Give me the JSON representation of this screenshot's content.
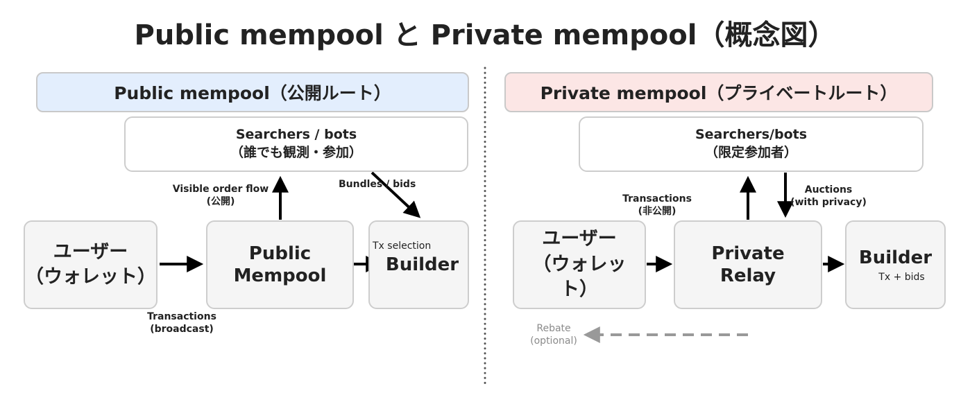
{
  "title": "Public mempool と Private mempool（概念図）",
  "left": {
    "header": "Public mempool（公開ルート）",
    "searchers": {
      "line1": "Searchers / bots",
      "line2": "（誰でも観測・参加）"
    },
    "user": {
      "line1": "ユーザー",
      "line2": "（ウォレット）"
    },
    "mempool": {
      "line1": "Public",
      "line2": "Mempool"
    },
    "builder": {
      "title": "Builder",
      "note": "Tx selection"
    },
    "labels": {
      "visible_line1": "Visible order flow",
      "visible_line2": "(公開)",
      "bundles": "Bundles / bids",
      "tx_line1": "Transactions",
      "tx_line2": "(broadcast)"
    }
  },
  "right": {
    "header": "Private mempool（プライベートルート）",
    "searchers": {
      "line1": "Searchers/bots",
      "line2": "（限定参加者）"
    },
    "user": {
      "line1": "ユーザー",
      "line2": "（ウォレッ",
      "line3": "ト）"
    },
    "relay": {
      "line1": "Private",
      "line2": "Relay"
    },
    "builder": {
      "title": "Builder",
      "note": "Tx + bids"
    },
    "labels": {
      "tx_line1": "Transactions",
      "tx_line2": "(非公開)",
      "auctions_line1": "Auctions",
      "auctions_line2": "(with privacy)",
      "rebate_line1": "Rebate",
      "rebate_line2": "(optional)"
    }
  },
  "colors": {
    "public_header": "#e3eefd",
    "private_header": "#fce6e5",
    "box_fill": "#f5f5f5",
    "border": "#cdcdcd",
    "arrow": "#000000",
    "rebate_arrow": "#999999"
  }
}
